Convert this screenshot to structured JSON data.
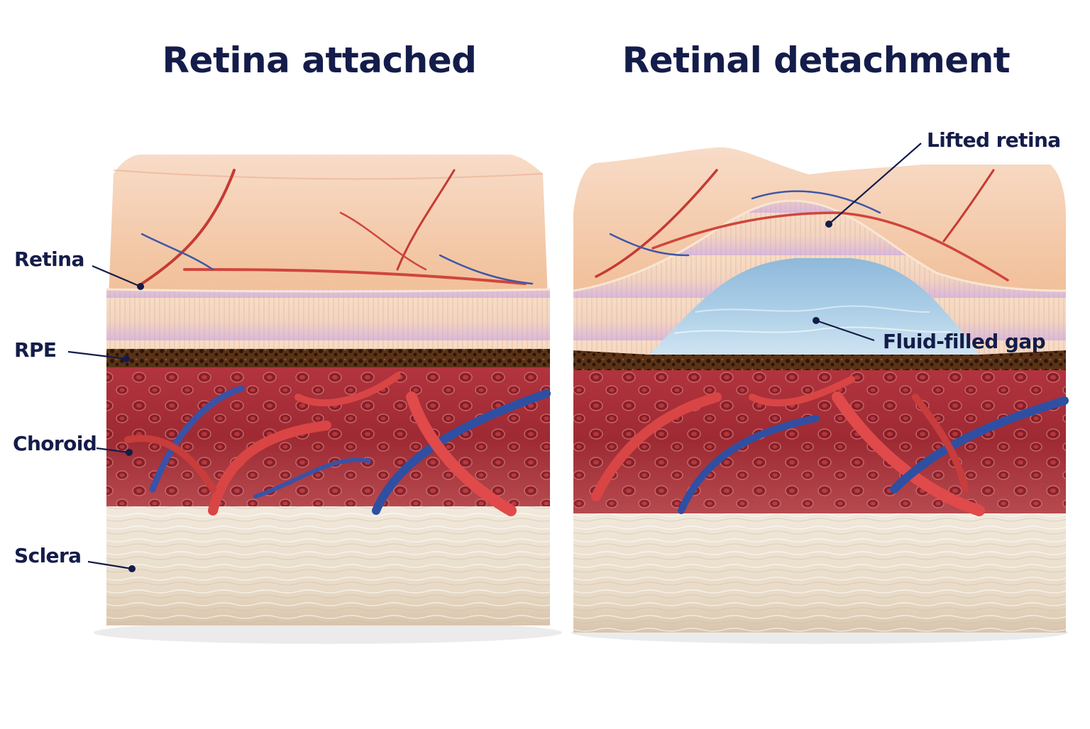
{
  "titles": {
    "attached": "Retina attached",
    "detached": "Retinal detachment"
  },
  "labels": {
    "retina": "Retina",
    "rpe": "RPE",
    "choroid": "Choroid",
    "sclera": "Sclera",
    "lifted_retina": "Lifted retina",
    "fluid_gap": "Fluid-filled gap"
  },
  "colors": {
    "text": "#141c4a",
    "leader": "#141c4a",
    "retina_top": "#f3c8a6",
    "retina_band": "#f6d9bf",
    "photoreceptor": "#c9a6d6",
    "rpe": "#4a2a14",
    "choroid": "#a8323a",
    "artery": "#d93b3b",
    "vein": "#2f4fa3",
    "sclera": "#ede3d3",
    "fluid": "#a9cde6"
  }
}
